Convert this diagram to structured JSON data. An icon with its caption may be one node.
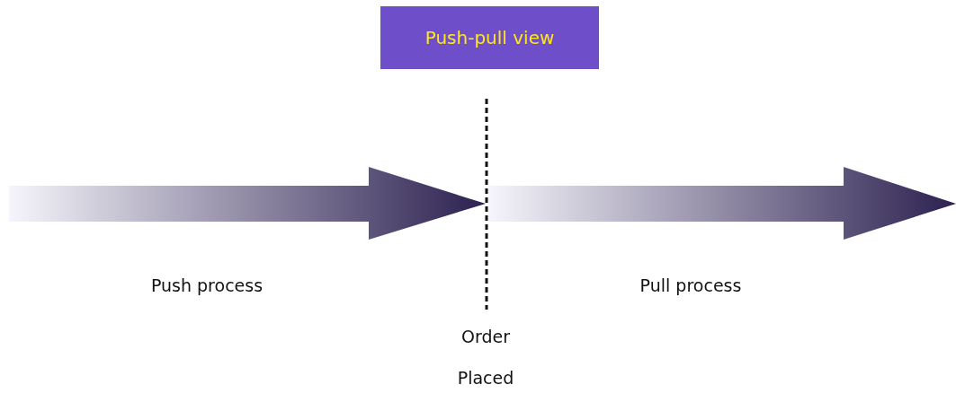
{
  "diagram": {
    "nodes": [
      {
        "text": [
          "Push-pull view"
        ]
      }
    ],
    "labels": [
      "Push process",
      "Pull process",
      "Order Placed"
    ]
  }
}
